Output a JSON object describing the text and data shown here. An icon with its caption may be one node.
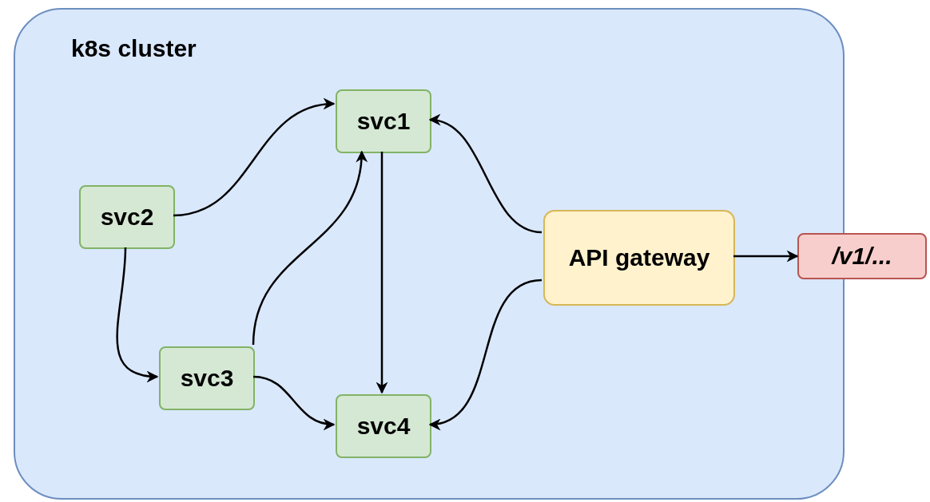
{
  "diagram": {
    "nodes": [
      {
        "text": [
          "k8s cluster"
        ]
      },
      {
        "text": [
          "svc1"
        ],
        "in": 0
      },
      {
        "text": [
          "svc2"
        ],
        "in": 0
      },
      {
        "text": [
          "svc3"
        ],
        "in": 0
      },
      {
        "text": [
          "svc4"
        ],
        "in": 0
      },
      {
        "text": [
          "API gateway"
        ],
        "in": 0
      },
      {
        "text": [
          "/v1/..."
        ]
      }
    ],
    "edges": [
      {
        "from": 2,
        "to": 1,
        "arrow": "to"
      },
      {
        "from": 2,
        "to": 3,
        "arrow": "to"
      },
      {
        "from": 3,
        "to": 1,
        "arrow": "to"
      },
      {
        "from": 3,
        "to": 4,
        "arrow": "to"
      },
      {
        "from": 1,
        "to": 4,
        "arrow": "to"
      },
      {
        "from": 5,
        "to": 1,
        "arrow": "to"
      },
      {
        "from": 5,
        "to": 4,
        "arrow": "to"
      },
      {
        "from": 5,
        "to": 6,
        "arrow": "to"
      }
    ]
  }
}
